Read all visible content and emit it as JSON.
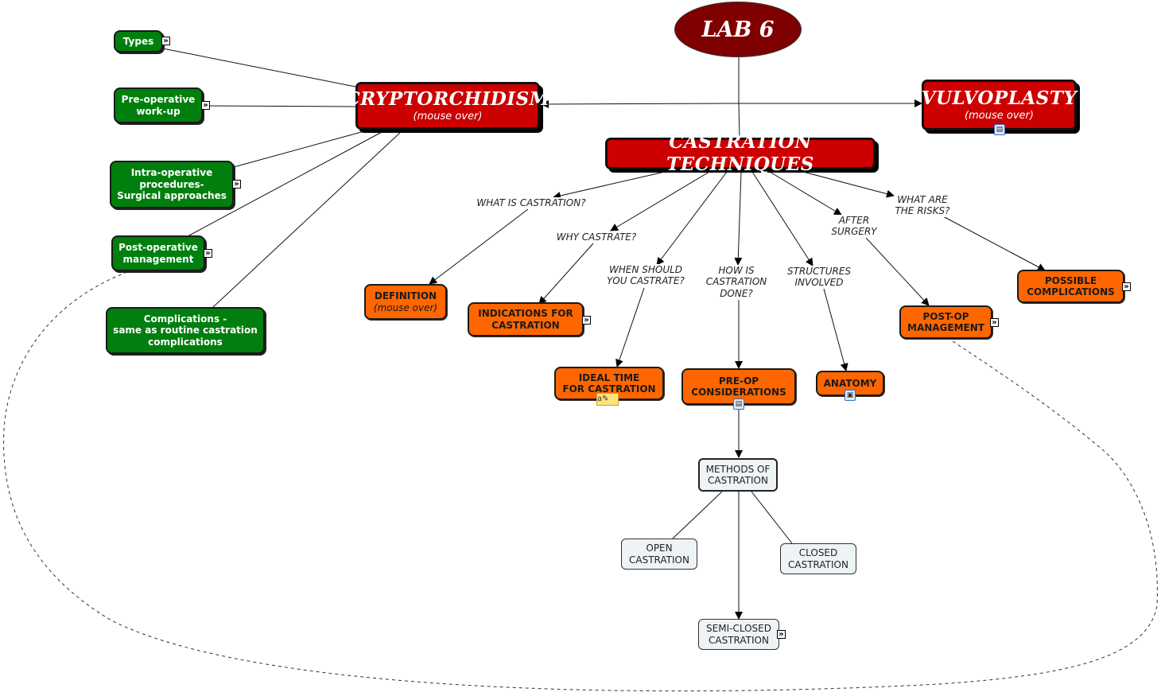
{
  "root": {
    "label": "LAB 6"
  },
  "main_topics": {
    "cryptorchidism": {
      "title": "CRYPTORCHIDISM",
      "subtitle": "(mouse over)"
    },
    "vulvoplasty": {
      "title": "VULVOPLASTY",
      "subtitle": "(mouse over)"
    },
    "castration": {
      "title": "CASTRATION TECHNIQUES"
    }
  },
  "cryptorchidism_children": [
    {
      "label": "Types"
    },
    {
      "label": "Pre-operative\nwork-up"
    },
    {
      "label": "Intra-operative\nprocedures-\nSurgical approaches"
    },
    {
      "label": "Post-operative\nmanagement"
    },
    {
      "label": "Complications -\nsame as routine castration\ncomplications"
    }
  ],
  "linking_phrases": {
    "what_is": "WHAT IS CASTRATION?",
    "why": "WHY CASTRATE?",
    "when": "WHEN SHOULD\nYOU CASTRATE?",
    "how": "HOW IS\nCASTRATION\nDONE?",
    "structures": "STRUCTURES\nINVOLVED",
    "after": "AFTER\nSURGERY",
    "risks": "WHAT ARE\nTHE RISKS?"
  },
  "castration_concepts": {
    "definition": {
      "title": "DEFINITION",
      "subtitle": "(mouse over)"
    },
    "indications": "INDICATIONS FOR\nCASTRATION",
    "ideal_time": "IDEAL TIME\nFOR CASTRATION",
    "preop": "PRE-OP\nCONSIDERATIONS",
    "anatomy": "ANATOMY",
    "postop": "POST-OP\nMANAGEMENT",
    "complications": "POSSIBLE\nCOMPLICATIONS"
  },
  "methods": {
    "parent": "METHODS OF\nCASTRATION",
    "open": "OPEN\nCASTRATION",
    "closed": "CLOSED\nCASTRATION",
    "semi_closed": "SEMI-CLOSED\nCASTRATION"
  },
  "icons": {
    "expand": "»",
    "document": "▤",
    "image": "▣",
    "note": "a✎"
  },
  "colors": {
    "root": "#7f0000",
    "main_topic": "#cc0000",
    "green_concept": "#007f0e",
    "orange_concept": "#ff6600",
    "method_concept": "#eef3f6"
  }
}
